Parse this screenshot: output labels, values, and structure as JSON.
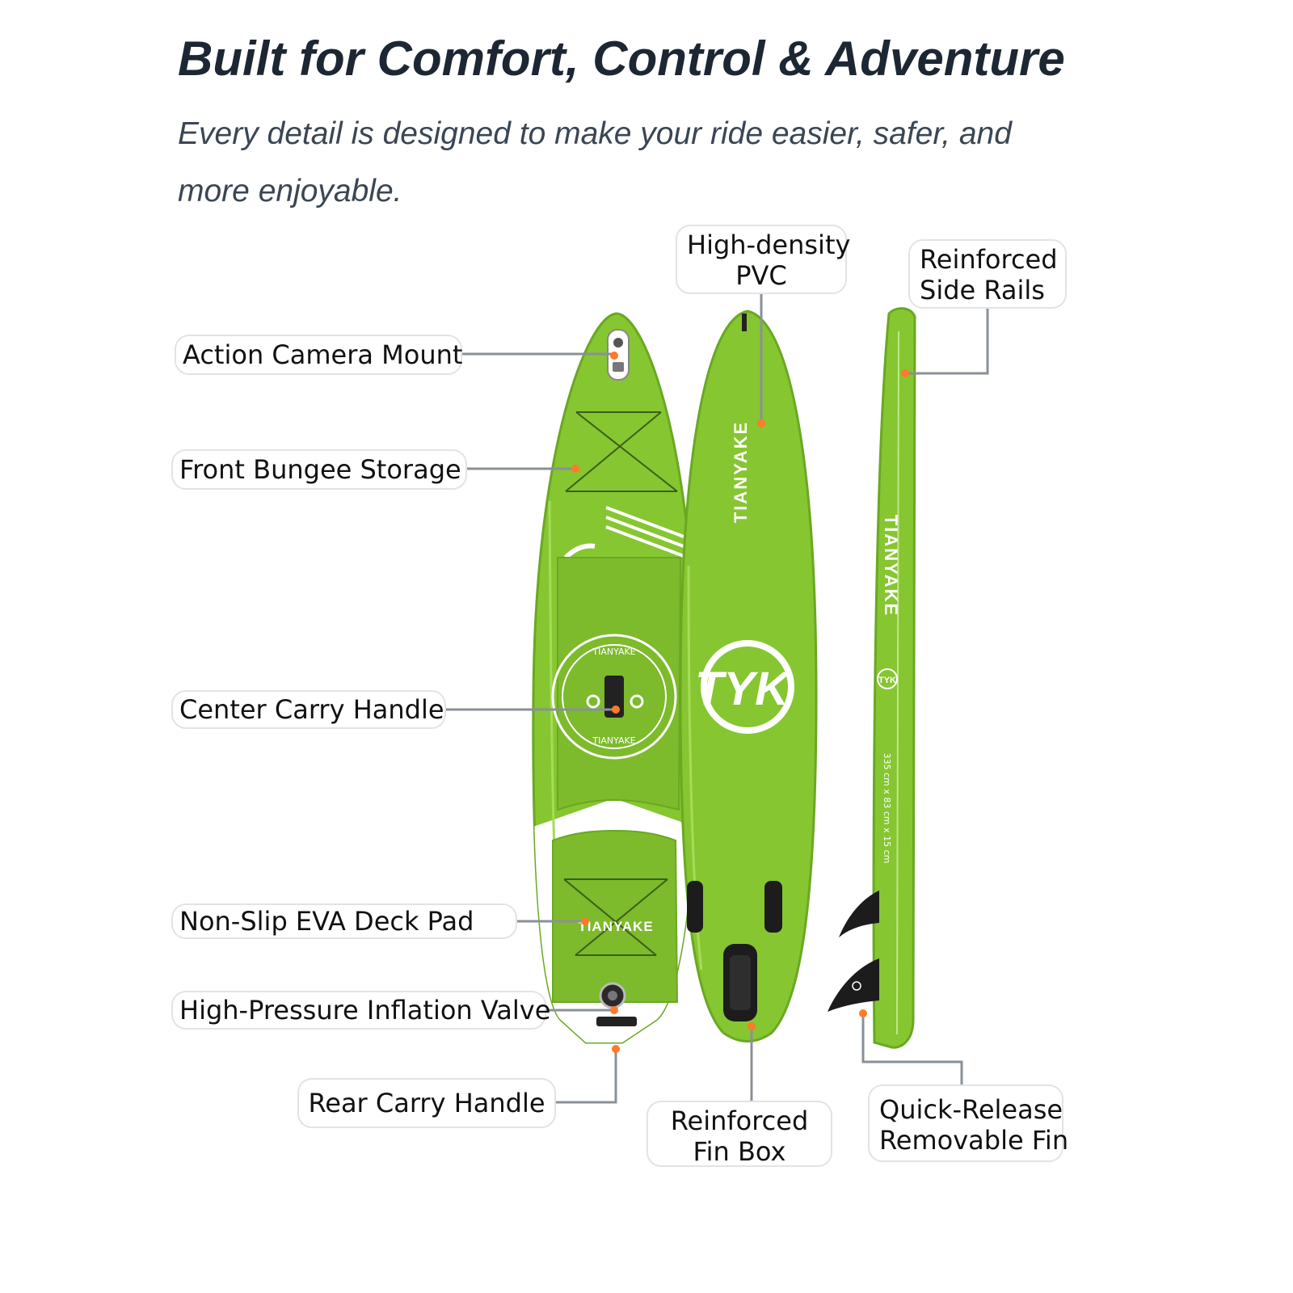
{
  "header": {
    "title": "Built for Comfort, Control & Adventure",
    "subtitle": "Every detail is designed to make your ride easier, safer, and more enjoyable."
  },
  "boards": {
    "top_brand": "TIANYAKE",
    "bottom_brand": "TIANYAKE",
    "bottom_logo": "TYK",
    "side_brand": "TIANYAKE",
    "side_logo": "TYK",
    "side_dimensions": "335 cm x 83 cm x 15 cm",
    "medallion_top": "TIANYAKE",
    "medallion_bottom": "TIANYAKE"
  },
  "callouts": {
    "camera_mount": "Action Camera Mount",
    "bungee": "Front Bungee Storage",
    "carry_handle": "Center Carry Handle",
    "deck_pad": "Non-Slip EVA Deck Pad",
    "valve": "High-Pressure Inflation Valve",
    "rear_handle": "Rear Carry Handle",
    "pvc": {
      "line1": "High-density",
      "line2": "PVC"
    },
    "rails": {
      "line1": "Reinforced",
      "line2": "Side Rails"
    },
    "fin_box": {
      "line1": "Reinforced",
      "line2": "Fin Box"
    },
    "fin": {
      "line1": "Quick-Release",
      "line2": "Removable Fin"
    }
  },
  "colors": {
    "board_green": "#86c631",
    "board_edge": "#6aa822",
    "pad_green": "#7dba2c",
    "leader_line": "#8a9099",
    "marker": "#ff7a2a",
    "title": "#1d2733",
    "subtitle": "#3b4654"
  }
}
